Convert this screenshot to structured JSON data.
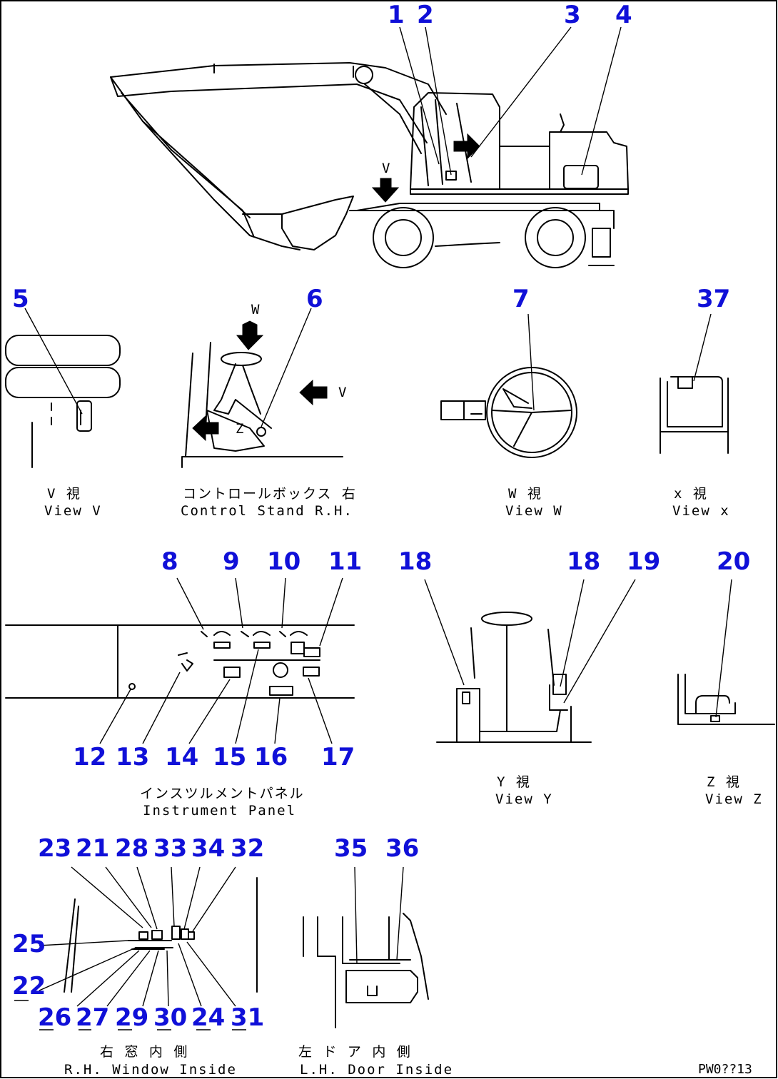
{
  "callouts": {
    "c1": "1",
    "c2": "2",
    "c3": "3",
    "c4": "4",
    "c5": "5",
    "c6": "6",
    "c7": "7",
    "c37": "37",
    "c8": "8",
    "c9": "9",
    "c10": "10",
    "c11": "11",
    "c12": "12",
    "c13": "13",
    "c14": "14",
    "c15": "15",
    "c16": "16",
    "c17": "17",
    "c18a": "18",
    "c18b": "18",
    "c19": "19",
    "c20": "20",
    "c23": "23",
    "c21": "21",
    "c28": "28",
    "c33": "33",
    "c34": "34",
    "c32": "32",
    "c25": "25",
    "c22": "22",
    "c26": "26",
    "c27": "27",
    "c29": "29",
    "c30": "30",
    "c24": "24",
    "c31": "31",
    "c35": "35",
    "c36": "36"
  },
  "view_letters": {
    "v_main": "V",
    "w_stand": "W",
    "v_stand": "V",
    "z_stand": "Z"
  },
  "captions": {
    "view_v_jp": "V  視",
    "view_v_en": "View V",
    "control_stand_jp": "コントロールボックス 右",
    "control_stand_en": "Control Stand R.H.",
    "view_w_jp": "W  視",
    "view_w_en": "View W",
    "view_x_jp": "x  視",
    "view_x_en": "View x",
    "instrument_jp": "インスツルメントパネル",
    "instrument_en": "Instrument Panel",
    "view_y_jp": "Y  視",
    "view_y_en": "View Y",
    "view_z_jp": "Z  視",
    "view_z_en": "View Z",
    "rh_window_jp": "右 窓 内 側",
    "rh_window_en": "R.H. Window Inside",
    "lh_door_jp": "左 ド ア  内 側",
    "lh_door_en": "L.H. Door Inside"
  },
  "drawing_ref": "PW0??13"
}
